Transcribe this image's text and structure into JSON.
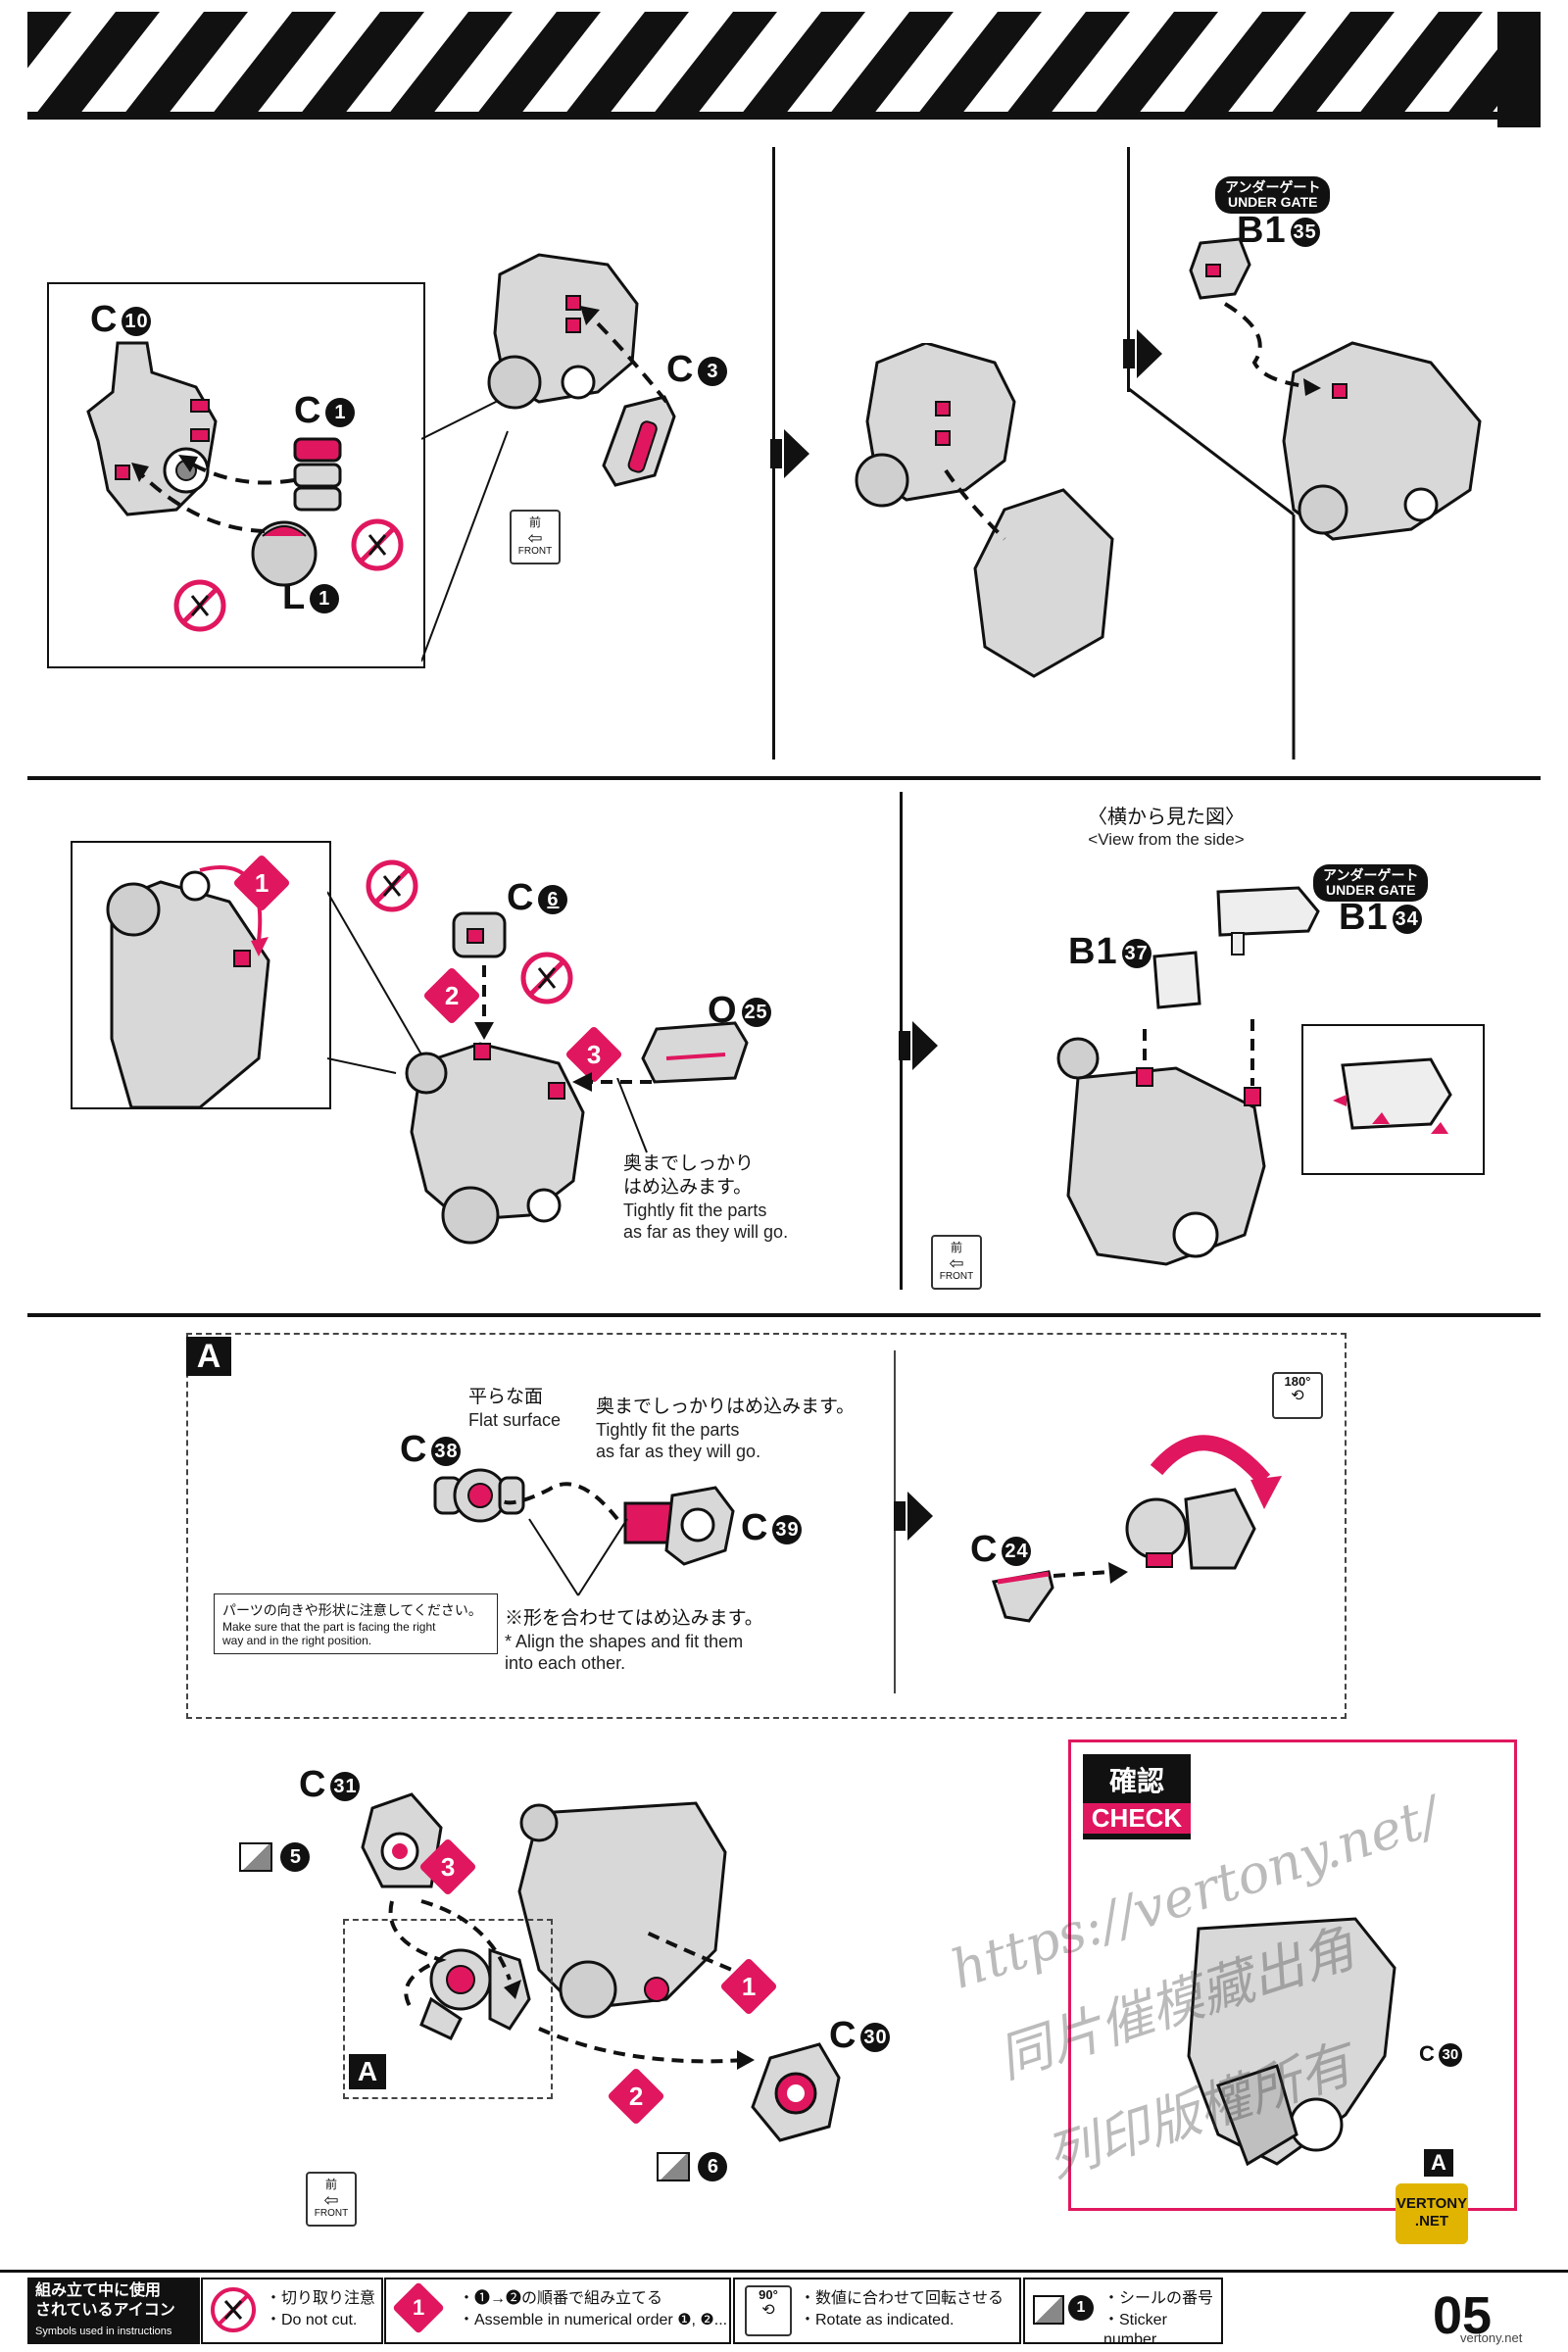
{
  "page_number": "05",
  "section1": {
    "parts": {
      "c10": {
        "letter": "C",
        "num": "10"
      },
      "c1": {
        "letter": "C",
        "num": "1"
      },
      "l1": {
        "letter": "L",
        "num": "1"
      },
      "c3": {
        "letter": "C",
        "num": "3"
      },
      "b135": {
        "letter": "B1",
        "num": "35"
      }
    },
    "under_gate": {
      "jp": "アンダーゲート",
      "en": "UNDER GATE"
    },
    "front": {
      "jp": "前",
      "en": "FRONT"
    }
  },
  "section2": {
    "parts": {
      "c6": {
        "letter": "C",
        "num": "6"
      },
      "o25": {
        "letter": "O",
        "num": "25"
      },
      "b137": {
        "letter": "B1",
        "num": "37"
      },
      "b134": {
        "letter": "B1",
        "num": "34"
      }
    },
    "steps": [
      "1",
      "2",
      "3"
    ],
    "view_side": {
      "jp": "〈横から見た図〉",
      "en": "<View from the side>"
    },
    "under_gate": {
      "jp": "アンダーゲート",
      "en": "UNDER GATE"
    },
    "note": {
      "jp_line1": "奥までしっかり",
      "jp_line2": "はめ込みます。",
      "en_line1": "Tightly fit the parts",
      "en_line2": "as far as they will go."
    },
    "front": {
      "jp": "前",
      "en": "FRONT"
    }
  },
  "section_a": {
    "label": "A",
    "parts": {
      "c38": {
        "letter": "C",
        "num": "38"
      },
      "c39": {
        "letter": "C",
        "num": "39"
      },
      "c24": {
        "letter": "C",
        "num": "24"
      }
    },
    "flat_surface": {
      "jp": "平らな面",
      "en": "Flat surface"
    },
    "fit_note": {
      "jp": "奥までしっかりはめ込みます。",
      "en_line1": "Tightly fit the parts",
      "en_line2": "as far as they will go."
    },
    "caution": {
      "jp": "パーツの向きや形状に注意してください。",
      "en_line1": "Make sure that the part is facing the right",
      "en_line2": "way and in the right position."
    },
    "align_note": {
      "jp": "※形を合わせてはめ込みます。",
      "en_line1": "* Align the shapes and fit them",
      "en_line2": "into each other."
    },
    "rotate": "180°"
  },
  "section4": {
    "parts": {
      "c31": {
        "letter": "C",
        "num": "31"
      },
      "c30": {
        "letter": "C",
        "num": "30"
      }
    },
    "stickers": [
      "5",
      "6"
    ],
    "steps": [
      "1",
      "2",
      "3"
    ],
    "a_label": "A",
    "front": {
      "jp": "前",
      "en": "FRONT"
    }
  },
  "check": {
    "jp": "確認",
    "en": "CHECK",
    "c30": {
      "letter": "C",
      "num": "30"
    },
    "a_label": "A"
  },
  "watermark": {
    "line1": "https://vertony.net/",
    "line2": "同片催模藏出角",
    "line3": "列印版權所有"
  },
  "footer": {
    "icons_title_jp_1": "組み立て中に使用",
    "icons_title_jp_2": "されているアイコン",
    "icons_title_en": "Symbols used in instructions",
    "do_not_cut_jp": "・切り取り注意",
    "do_not_cut_en": "・Do not cut.",
    "order_step": "1",
    "order_jp": "・❶→❷の順番で組み立てる",
    "order_en": "・Assemble in numerical order ❶, ❷...",
    "rotate_badge": "90°",
    "rotate_jp": "・数値に合わせて回転させる",
    "rotate_en": "・Rotate as indicated.",
    "sticker_num": "1",
    "sticker_jp": "・シールの番号",
    "sticker_en": "・Sticker number"
  },
  "logo": {
    "line1": "VERTONY",
    "line2": ".NET"
  },
  "site_footer": "vertony.net",
  "colors": {
    "accent": "#e0175f",
    "ink": "#111111",
    "part_gray": "#d8d8d8"
  }
}
